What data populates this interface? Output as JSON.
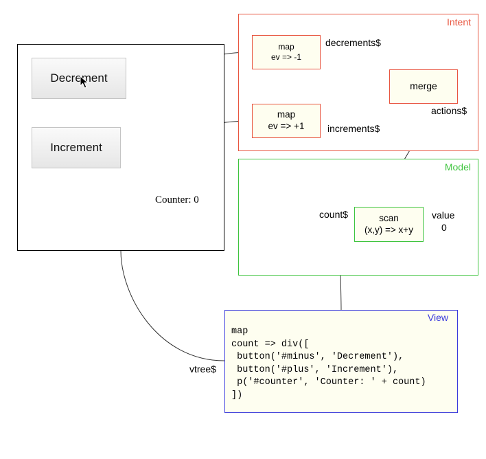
{
  "app": {
    "decrement_label": "Decrement",
    "increment_label": "Increment",
    "counter_text": "Counter: 0"
  },
  "intent": {
    "title": "Intent",
    "color": "#e8553f",
    "map_minus": [
      "map",
      "ev => -1"
    ],
    "map_plus": [
      "map",
      "ev => +1"
    ],
    "merge": "merge"
  },
  "model": {
    "title": "Model",
    "color": "#3ec43e",
    "scan": [
      "scan",
      "(x,y) => x+y"
    ],
    "value_label": "value",
    "value": "0"
  },
  "view": {
    "title": "View",
    "color": "#3b3bdc",
    "code": [
      "map",
      "count => div([",
      " button('#minus', 'Decrement'),",
      " button('#plus', 'Increment'),",
      " p('#counter', 'Counter: ' + count)",
      "])"
    ]
  },
  "streams": {
    "decrements": "decrements$",
    "increments": "increments$",
    "actions": "actions$",
    "count": "count$",
    "vtree": "vtree$"
  },
  "wire_color": "#333333"
}
